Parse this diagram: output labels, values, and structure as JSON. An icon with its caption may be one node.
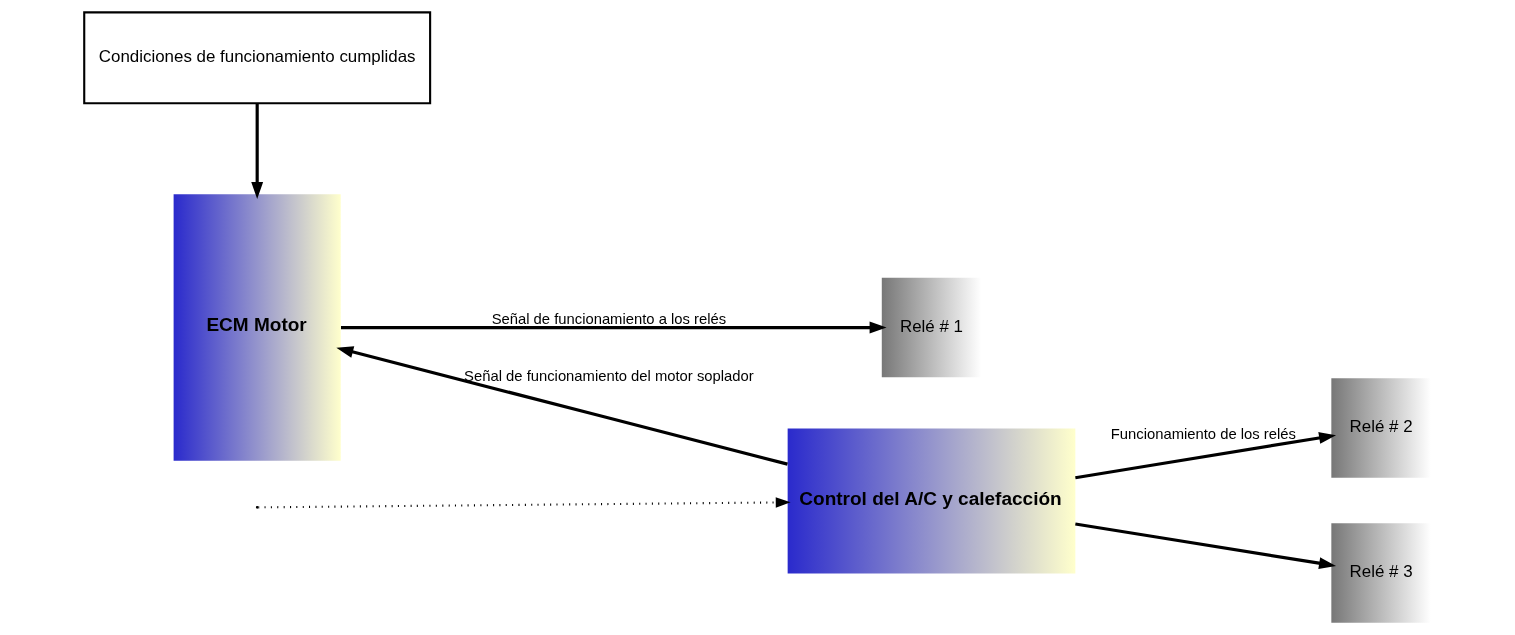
{
  "diagram": {
    "nodes": [
      {
        "text": [
          "Condiciones de funcionamiento cumplidas"
        ]
      },
      {
        "text": [
          "ECM Motor"
        ]
      },
      {
        "text": [
          "Relé # 1"
        ]
      },
      {
        "text": [
          "Relé # 2"
        ]
      },
      {
        "text": [
          "Relé # 3"
        ]
      },
      {
        "text": [
          "Control del A/C y calefacción"
        ]
      }
    ],
    "edges": [
      {
        "from": 0,
        "to": 1,
        "arrow": "to"
      },
      {
        "from": 1,
        "to": 2,
        "arrow": "to",
        "label": "Señal de funcionamiento a los relés"
      },
      {
        "from": null,
        "to": 5,
        "arrow": "to",
        "style": "dashed"
      },
      {
        "from": 5,
        "to": 1,
        "arrow": "to",
        "label": "Señal de funcionamiento del motor soplador"
      },
      {
        "from": 5,
        "to": 3,
        "arrow": "to",
        "label": "Funcionamiento de los relés"
      },
      {
        "from": 5,
        "to": 4,
        "arrow": "to"
      }
    ]
  }
}
